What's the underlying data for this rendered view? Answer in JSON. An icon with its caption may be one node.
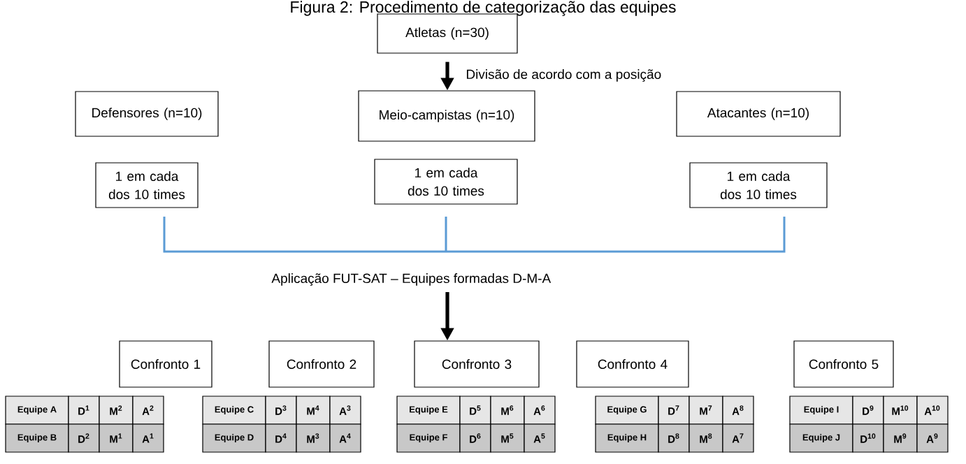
{
  "diagram": {
    "title": "Figura 2: Procedimento de categorização das equipes",
    "nodes": [
      {
        "text": [
          "Atletas (n=30)"
        ]
      },
      {
        "text": [
          "Defensores (n=10)"
        ]
      },
      {
        "text": [
          "Meio-campistas (n=10)"
        ]
      },
      {
        "text": [
          "Atacantes (n=10)"
        ]
      },
      {
        "text": [
          "1 em cada dos 10 times"
        ]
      },
      {
        "text": [
          "1 em cada dos 10 times"
        ]
      },
      {
        "text": [
          "1 em cada dos 10 times"
        ]
      },
      {
        "text": [
          "Confronto 1"
        ]
      },
      {
        "text": [
          "Confronto 2"
        ]
      },
      {
        "text": [
          "Confronto 3"
        ]
      },
      {
        "text": [
          "Confronto 4"
        ]
      },
      {
        "text": [
          "Confronto 5"
        ]
      }
    ],
    "edges": [
      {
        "from": 0,
        "to": 2,
        "arrow": "to",
        "label": "Divisão de acordo com a posição"
      },
      {
        "from": null,
        "to": 9,
        "arrow": "to",
        "label": "Aplicação FUT-SAT – Equipes formadas D-M-A"
      }
    ],
    "labels": [
      "Equipe A",
      "D$^{1}$",
      "M$^{2}$",
      "A$^{2}$",
      "Equipe B",
      "D$^{2}$",
      "M$^{1}$",
      "A$^{1}$",
      "Equipe C",
      "D$^{3}$",
      "M$^{4}$",
      "A$^{3}$",
      "Equipe D",
      "D$^{4}$",
      "M$^{3}$",
      "A$^{4}$",
      "Equipe E",
      "D$^{5}$",
      "M$^{6}$",
      "A$^{6}$",
      "Equipe F",
      "D$^{6}$",
      "M$^{5}$",
      "A$^{5}$",
      "Equipe G",
      "D$^{7}$",
      "M$^{7}$",
      "A$^{8}$",
      "Equipe H",
      "D$^{8}$",
      "M$^{8}$",
      "A$^{7}$",
      "Equipe I",
      "D$^{9}$",
      "M$^{10}$",
      "A$^{10}$",
      "Equipe J",
      "D$^{10}$",
      "M$^{9}$",
      "A$^{9}$"
    ]
  }
}
